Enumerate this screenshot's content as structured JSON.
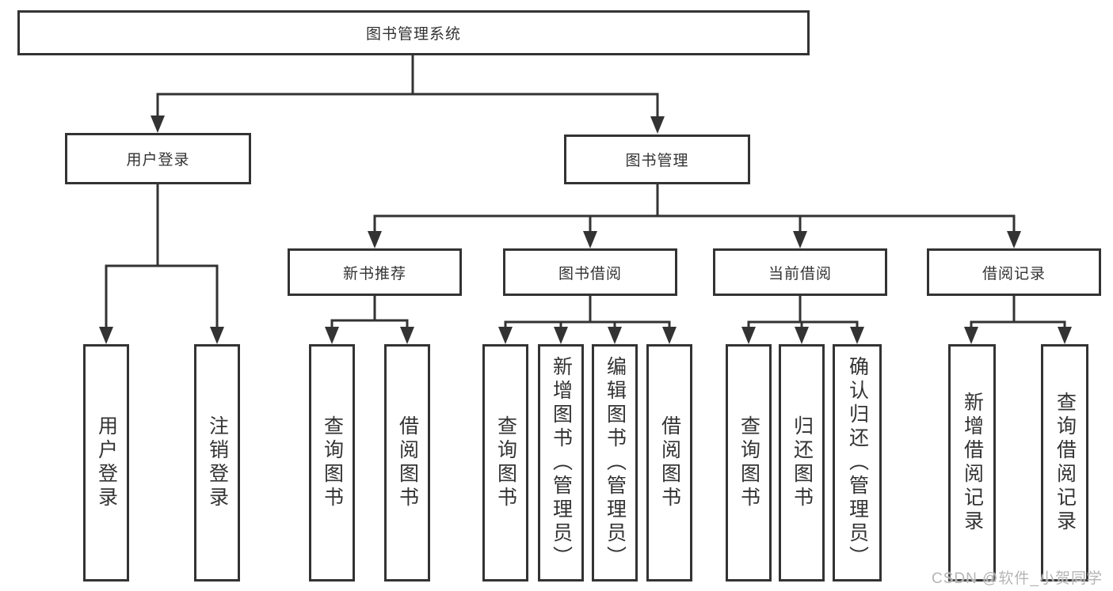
{
  "tree": {
    "root": {
      "label": "图书管理系统"
    },
    "level2": [
      {
        "label": "用户登录",
        "children": [
          {
            "label": "用户登录"
          },
          {
            "label": "注销登录"
          }
        ]
      },
      {
        "label": "图书管理",
        "children": [
          {
            "label": "新书推荐",
            "children": [
              {
                "label": "查询图书"
              },
              {
                "label": "借阅图书"
              }
            ]
          },
          {
            "label": "图书借阅",
            "children": [
              {
                "label": "查询图书"
              },
              {
                "label": "新增图书（管理员）"
              },
              {
                "label": "编辑图书（管理员）"
              },
              {
                "label": "借阅图书"
              }
            ]
          },
          {
            "label": "当前借阅",
            "children": [
              {
                "label": "查询图书"
              },
              {
                "label": "归还图书"
              },
              {
                "label": "确认归还（管理员）"
              }
            ]
          },
          {
            "label": "借阅记录",
            "children": [
              {
                "label": "新增借阅记录"
              },
              {
                "label": "查询借阅记录"
              }
            ]
          }
        ]
      }
    ]
  },
  "watermark": {
    "text": "CSDN @软件_小贺同学"
  },
  "colors": {
    "line": "#333333",
    "box_border": "#333333",
    "text": "#333333",
    "background": "#ffffff",
    "watermark": "#b5b5b5"
  }
}
